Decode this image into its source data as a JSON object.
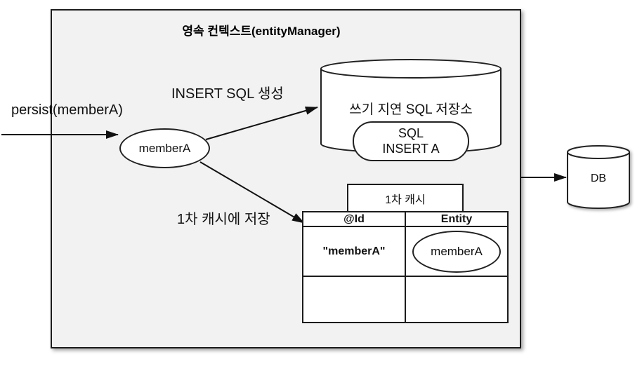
{
  "diagram": {
    "title": "영속 컨텍스트(entityManager)",
    "persist_label": "persist(memberA)",
    "member_entity": "memberA",
    "insert_sql_label": "INSERT SQL 생성",
    "cache_save_label": "1차 캐시에 저장",
    "sql_store": {
      "title": "쓰기 지연 SQL 저장소",
      "sql_line1": "SQL",
      "sql_line2": "INSERT A"
    },
    "first_cache": {
      "title": "1차 캐시",
      "columns": [
        "@Id",
        "Entity"
      ],
      "rows": [
        {
          "id": "\"memberA\"",
          "entity": "memberA"
        },
        {
          "id": "",
          "entity": ""
        }
      ]
    },
    "db_label": "DB",
    "colors": {
      "context_box_fill": "#f2f2f2",
      "line": "#1c1c1c",
      "shape_fill": "#ffffff"
    }
  }
}
